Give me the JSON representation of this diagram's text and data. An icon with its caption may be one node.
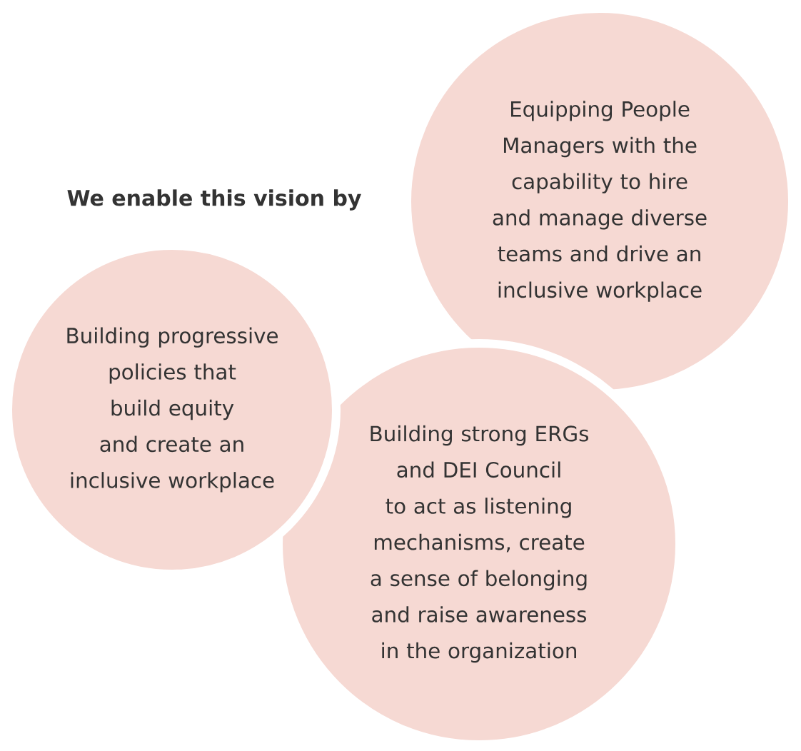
{
  "diagram": {
    "title": "We enable this vision by",
    "nodes": [
      {
        "text": [
          "Equipping People Managers with the capability to hire and manage diverse teams and drive an inclusive workplace"
        ]
      },
      {
        "text": [
          "Building progressive policies that build equity and create an inclusive workplace"
        ]
      },
      {
        "text": [
          "Building strong ERGs and DEI Council to act as listening mechanisms, create a sense of belonging and raise awareness in the organization"
        ]
      }
    ],
    "edges": []
  }
}
